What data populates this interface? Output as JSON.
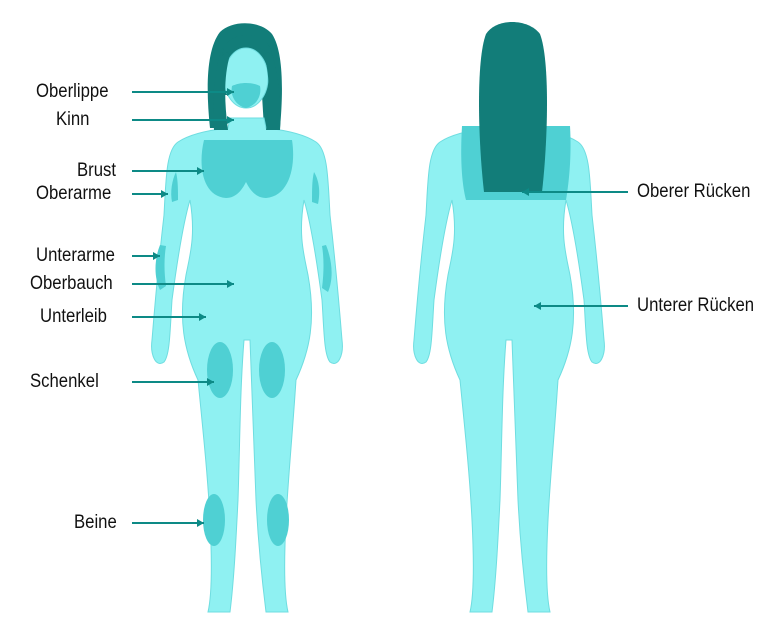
{
  "colors": {
    "skin": "#8ff1f2",
    "skin_outline": "#6fdde0",
    "hair": "#127d79",
    "zone": "#4fd0d3",
    "arrow": "#0d8a86",
    "text": "#111111"
  },
  "front": {
    "labels": [
      {
        "id": "oberlippe",
        "text": "Oberlippe"
      },
      {
        "id": "kinn",
        "text": "Kinn"
      },
      {
        "id": "brust",
        "text": "Brust"
      },
      {
        "id": "oberarme",
        "text": "Oberarme"
      },
      {
        "id": "unterarme",
        "text": "Unterarme"
      },
      {
        "id": "oberbauch",
        "text": "Oberbauch"
      },
      {
        "id": "unterleib",
        "text": "Unterleib"
      },
      {
        "id": "schenkel",
        "text": "Schenkel"
      },
      {
        "id": "beine",
        "text": "Beine"
      }
    ]
  },
  "back": {
    "labels": [
      {
        "id": "oberer-ruecken",
        "text": "Oberer Rücken"
      },
      {
        "id": "unterer-ruecken",
        "text": "Unterer Rücken"
      }
    ]
  }
}
